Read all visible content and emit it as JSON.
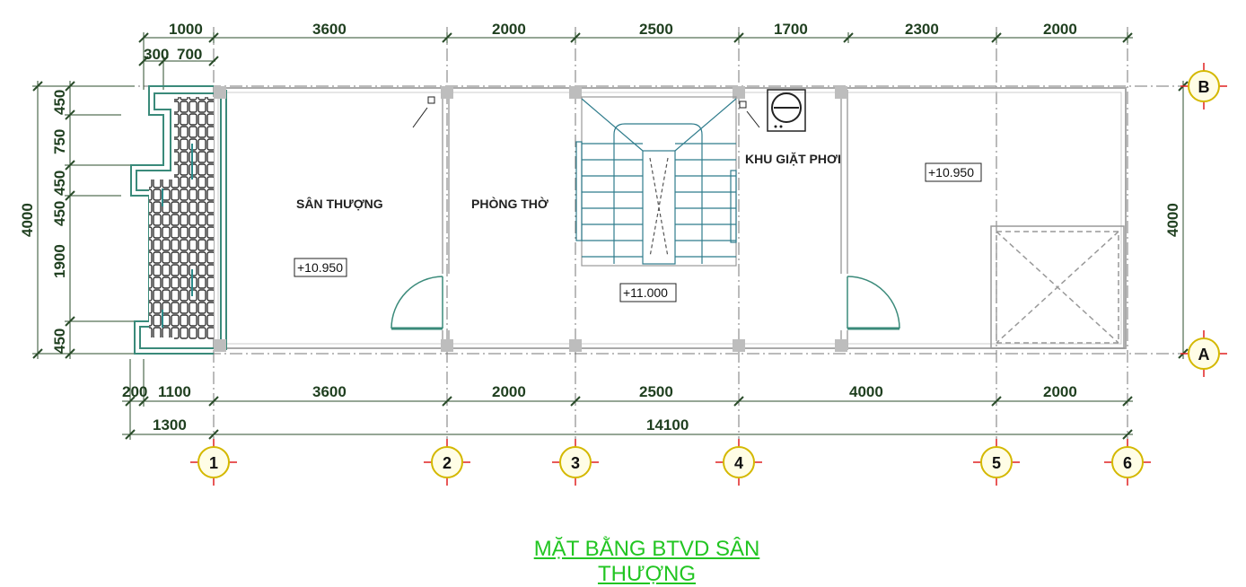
{
  "title": "MẶT BẰNG BTVD SÂN THƯỢNG",
  "top_dims": [
    "1000",
    "3600",
    "2000",
    "2500",
    "1700",
    "2300",
    "2000"
  ],
  "top_subdims": [
    "300",
    "700"
  ],
  "bottom_dims": [
    "200",
    "1100",
    "3600",
    "2000",
    "2500",
    "4000",
    "2000"
  ],
  "bottom_totals": [
    "1300",
    "14100"
  ],
  "left_dims": [
    "450",
    "750",
    "450",
    "450",
    "1900",
    "450"
  ],
  "left_total": "4000",
  "right_total": "4000",
  "rooms": {
    "san_thuong": "SÂN THƯỢNG",
    "phong_tho": "PHÒNG THỜ",
    "khu_giat_phoi": "KHU GIẶT PHƠI"
  },
  "levels": [
    "+10.950",
    "+11.000",
    "+10.950"
  ],
  "axes_vertical": [
    "1",
    "2",
    "3",
    "4",
    "5",
    "6"
  ],
  "axes_horizontal": [
    "B",
    "A"
  ],
  "colors": {
    "title": "#22c522",
    "dim": "#1f3f1f",
    "wall": "#3a8a7a",
    "grid": "#888888"
  }
}
